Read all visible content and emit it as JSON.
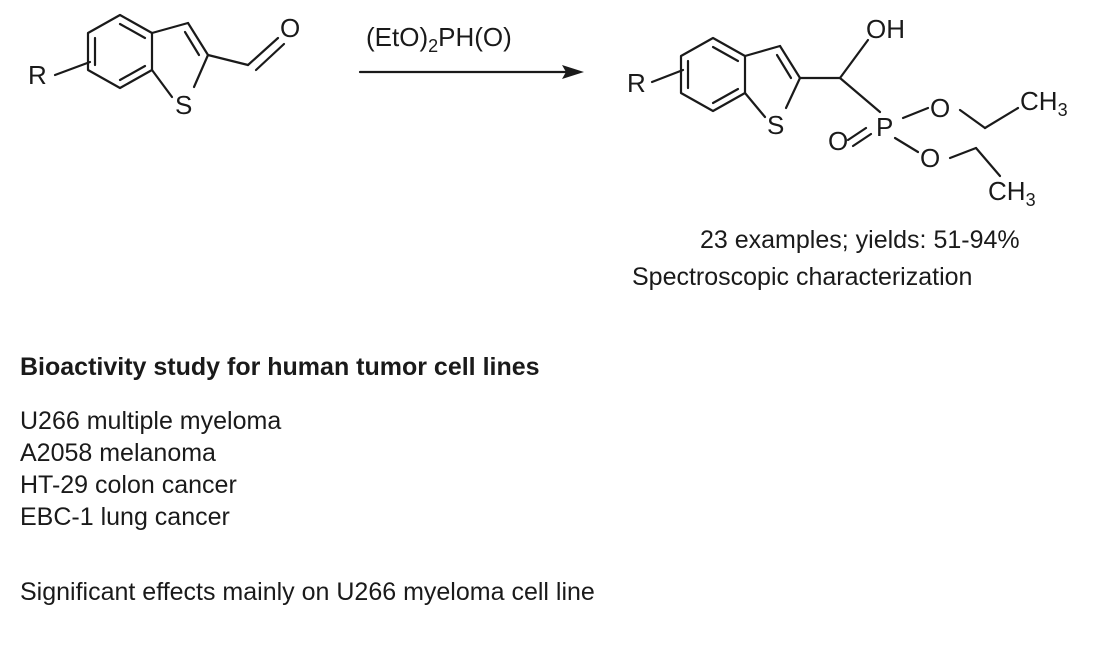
{
  "reaction": {
    "reagent_prefix": "(EtO)",
    "reagent_subscript": "2",
    "reagent_suffix": "PH(O)",
    "reactant": {
      "r_group": "R",
      "oxygen": "O",
      "sulfur": "S"
    },
    "product": {
      "r_group": "R",
      "sulfur": "S",
      "hydroxyl": "OH",
      "phosphorus": "P",
      "oxo": "O",
      "ester_oxygen_1": "O",
      "ester_oxygen_2": "O",
      "methyl_1_prefix": "CH",
      "methyl_1_subscript": "3",
      "methyl_2_prefix": "CH",
      "methyl_2_subscript": "3"
    },
    "examples_note": "23 examples; yields: 51-94%",
    "characterization_note": "Spectroscopic characterization"
  },
  "bioactivity": {
    "title": "Bioactivity study for human tumor cell lines",
    "cell_lines": [
      "U266 multiple myeloma",
      "A2058 melanoma",
      "HT-29 colon cancer",
      "EBC-1 lung cancer"
    ],
    "conclusion": "Significant effects mainly on U266 myeloma cell line"
  }
}
